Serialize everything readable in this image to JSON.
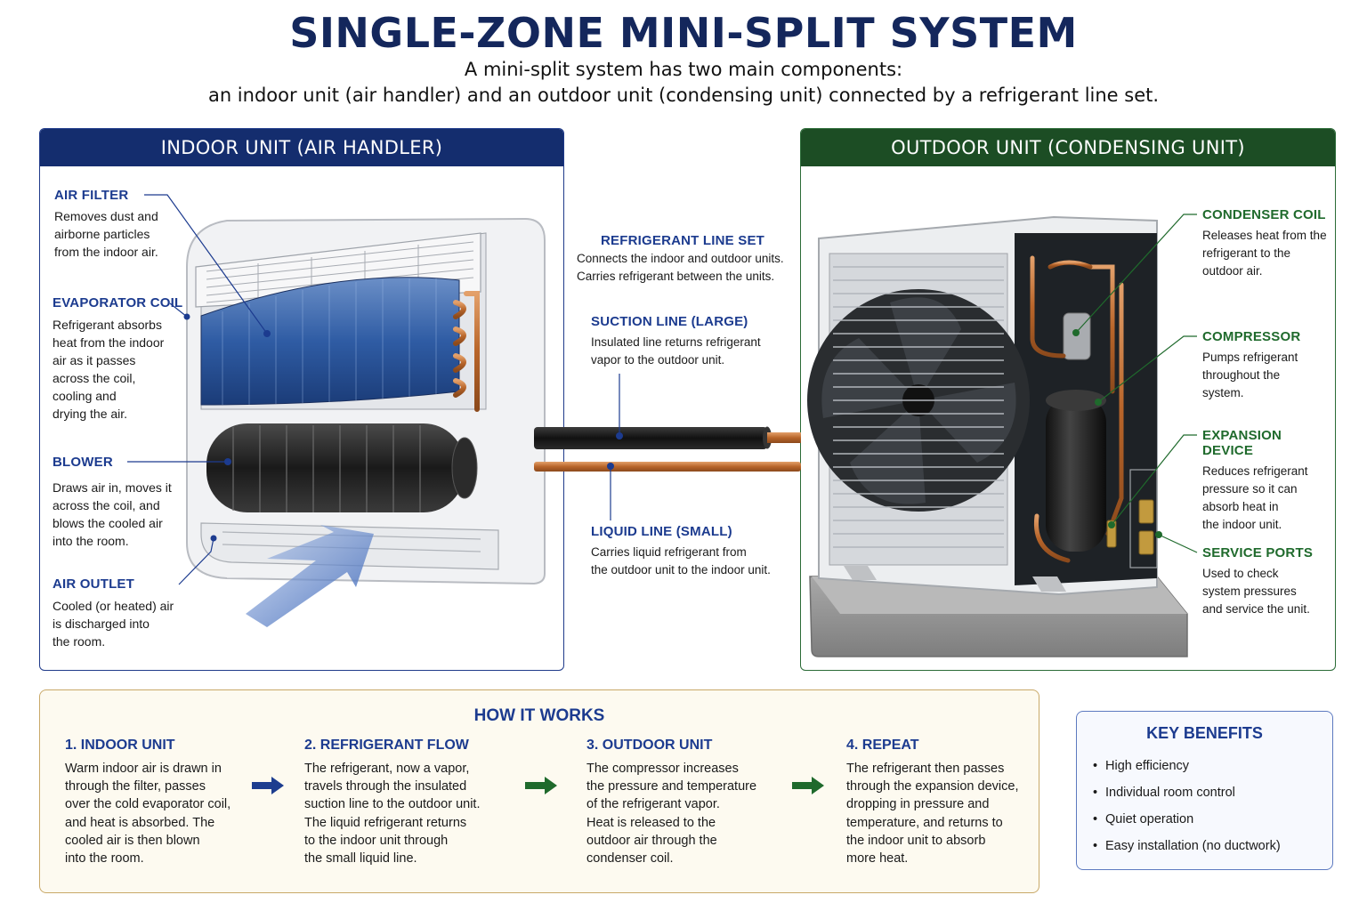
{
  "title": "SINGLE-ZONE MINI-SPLIT SYSTEM",
  "subtitle_line1": "A mini-split system has two main components:",
  "subtitle_line2": "an indoor unit (air handler) and an outdoor unit (condensing unit) connected by a refrigerant line set.",
  "indoor": {
    "header": "INDOOR UNIT (AIR HANDLER)",
    "air_filter": {
      "title": "AIR FILTER",
      "desc": [
        "Removes dust and",
        "airborne particles",
        "from the indoor air."
      ]
    },
    "evaporator_coil": {
      "title": "EVAPORATOR COIL",
      "desc": [
        "Refrigerant absorbs",
        "heat from the indoor",
        "air as it passes",
        "across the coil,",
        "cooling and",
        "drying the air."
      ]
    },
    "blower": {
      "title": "BLOWER",
      "desc": [
        "Draws air in, moves it",
        "across the coil, and",
        "blows the cooled air",
        "into the room."
      ]
    },
    "air_outlet": {
      "title": "AIR OUTLET",
      "desc": [
        "Cooled (or heated) air",
        "is discharged into",
        "the room."
      ]
    }
  },
  "lineset": {
    "refrigerant_line_set": {
      "title": "REFRIGERANT LINE SET",
      "desc": [
        "Connects the indoor and outdoor units.",
        "Carries refrigerant between the units."
      ]
    },
    "suction_line": {
      "title": "SUCTION LINE (LARGE)",
      "desc": [
        "Insulated line returns refrigerant",
        "vapor to the outdoor unit."
      ]
    },
    "liquid_line": {
      "title": "LIQUID LINE (SMALL)",
      "desc": [
        "Carries liquid refrigerant from",
        "the outdoor unit to the indoor unit."
      ]
    }
  },
  "outdoor": {
    "header": "OUTDOOR UNIT (CONDENSING UNIT)",
    "condenser_coil": {
      "title": "CONDENSER COIL",
      "desc": [
        "Releases heat from the",
        "refrigerant to the",
        "outdoor air."
      ]
    },
    "compressor": {
      "title": "COMPRESSOR",
      "desc": [
        "Pumps refrigerant",
        "throughout the",
        "system."
      ]
    },
    "expansion_device": {
      "title": "EXPANSION DEVICE",
      "desc": [
        "Reduces refrigerant",
        "pressure so it can",
        "absorb heat in",
        "the indoor unit."
      ]
    },
    "service_ports": {
      "title": "SERVICE PORTS",
      "desc": [
        "Used to check",
        "system pressures",
        "and service the unit."
      ]
    }
  },
  "how_it_works": {
    "title": "HOW IT WORKS",
    "steps": [
      {
        "title": "1. INDOOR UNIT",
        "desc": [
          "Warm indoor air is drawn in",
          "through the filter, passes",
          "over the cold evaporator coil,",
          "and heat is absorbed. The",
          "cooled air is then blown",
          "into the room."
        ]
      },
      {
        "title": "2. REFRIGERANT FLOW",
        "desc": [
          "The refrigerant, now a vapor,",
          "travels through the insulated",
          "suction line to the outdoor unit.",
          "The liquid refrigerant returns",
          "to the indoor unit through",
          "the small liquid line."
        ]
      },
      {
        "title": "3. OUTDOOR UNIT",
        "desc": [
          "The compressor increases",
          "the pressure and temperature",
          "of the refrigerant vapor.",
          "Heat is released to the",
          "outdoor air through the",
          "condenser coil."
        ]
      },
      {
        "title": "4. REPEAT",
        "desc": [
          "The refrigerant then passes",
          "through the expansion device,",
          "dropping in pressure and",
          "temperature, and returns to",
          "the indoor unit to absorb",
          "more heat."
        ]
      }
    ]
  },
  "key_benefits": {
    "title": "KEY BENEFITS",
    "bullet": "•",
    "items": [
      "High efficiency",
      "Individual room control",
      "Quiet operation",
      "Easy installation (no ductwork)"
    ]
  },
  "colors": {
    "indoor_accent": "#142d6e",
    "outdoor_accent": "#1c4d24",
    "copper": "#c8773a",
    "arrow_blue": "#1d3d8f",
    "arrow_green": "#1f6a2c"
  }
}
